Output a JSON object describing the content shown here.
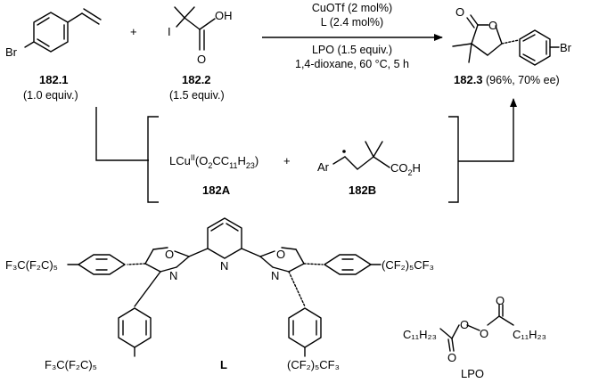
{
  "reactants": {
    "styrene": {
      "label": "182.1",
      "equiv": "(1.0 equiv.)",
      "substituent": "Br"
    },
    "plus": "+",
    "acid": {
      "label": "182.2",
      "equiv": "(1.5 equiv.)",
      "atoms": {
        "iodine": "I",
        "hydroxyl": "OH",
        "carbonyl_o": "O"
      }
    }
  },
  "conditions": {
    "above": [
      "CuOTf (2 mol%)",
      "L (2.4 mol%)"
    ],
    "below": [
      "LPO (1.5 equiv.)",
      "1,4-dioxane, 60 °C, 5 h"
    ]
  },
  "product": {
    "label": "182.3",
    "detail": " (96%, 70% ee)",
    "substituent": "Br",
    "ring_o": "O",
    "carbonyl_o": "O"
  },
  "intermediates": {
    "copper": {
      "label": "182A",
      "prefix": "LCu",
      "ox": "II",
      "ligand_open": "(O",
      "s2": "2",
      "mid": "CC",
      "s11": "11",
      "h": "H",
      "s23": "23",
      "close": ")"
    },
    "plus": "+",
    "radical": {
      "label": "182B",
      "ar": "Ar",
      "co2h": {
        "co": "CO",
        "s": "2",
        "h": "H"
      }
    }
  },
  "ligand": {
    "label": "L",
    "n_pyridine": "N",
    "n_left": "N",
    "n_right": "N",
    "o_left": "O",
    "o_right": "O",
    "rf_left_top": "F₃C(F₂C)₅",
    "rf_right_top": "(CF₂)₅CF₃",
    "rf_left_bottom": "F₃C(F₂C)₅",
    "rf_right_bottom": "(CF₂)₅CF₃"
  },
  "lpo": {
    "label": "LPO",
    "left": "C₁₁H₂₃",
    "right": "C₁₁H₂₃",
    "o1": "O",
    "o2": "O",
    "o3": "O",
    "o4": "O"
  }
}
